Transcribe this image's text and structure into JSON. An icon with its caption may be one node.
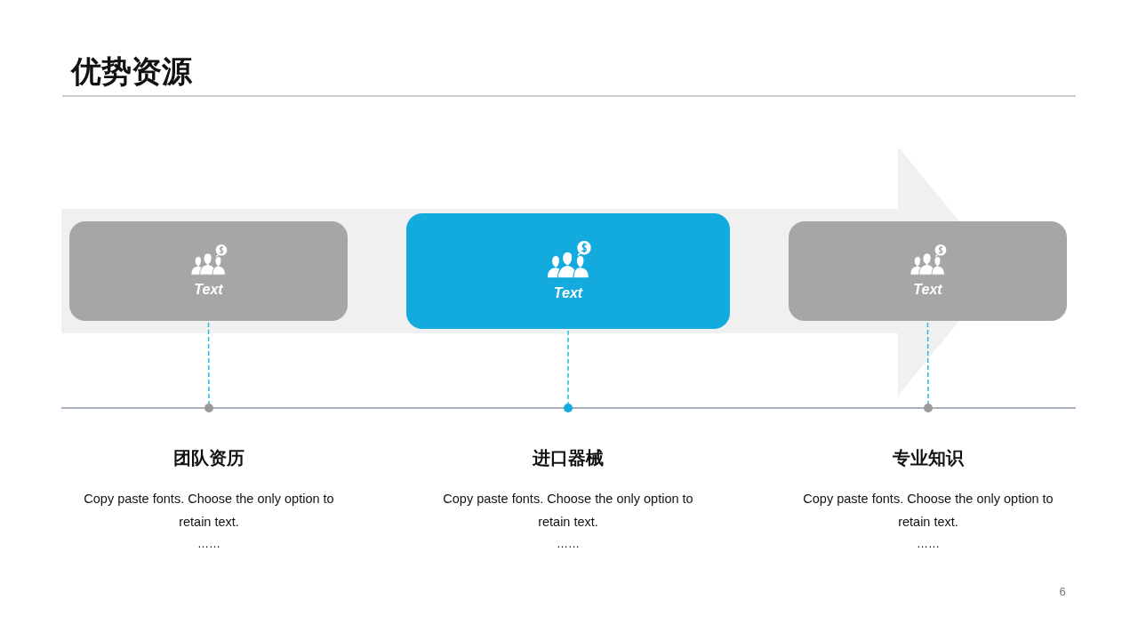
{
  "diagram": {
    "title": "优势资源",
    "nodes": [
      {
        "text": [
          "Text"
        ]
      },
      {
        "text": [
          "Text"
        ]
      },
      {
        "text": [
          "Text"
        ]
      },
      {
        "text": [],
        "shape": "circle",
        "beside": [
          "团队资历",
          "Copy paste fonts. Choose the only option to retain text.",
          "……"
        ]
      },
      {
        "text": [],
        "shape": "circle",
        "beside": [
          "进口器械",
          "Copy paste fonts. Choose the only option to retain text.",
          "……"
        ]
      },
      {
        "text": [],
        "shape": "circle",
        "beside": [
          "专业知识",
          "Copy paste fonts. Choose the only option to retain text.",
          "……"
        ]
      }
    ],
    "edges": [
      {
        "from": 0,
        "to": 3,
        "arrow": "none",
        "style": "dashed"
      },
      {
        "from": 1,
        "to": 4,
        "arrow": "none",
        "style": "dashed"
      },
      {
        "from": 2,
        "to": 5,
        "arrow": "none",
        "style": "dashed"
      }
    ],
    "labels": [
      "6"
    ]
  }
}
